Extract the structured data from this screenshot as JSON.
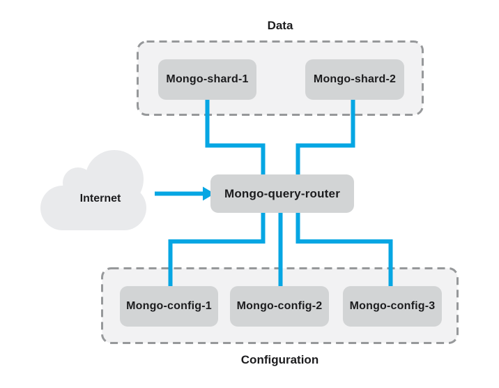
{
  "diagram": {
    "groups": {
      "data": {
        "label": "Data"
      },
      "configuration": {
        "label": "Configuration"
      }
    },
    "nodes": {
      "internet": {
        "label": "Internet",
        "type": "cloud"
      },
      "query_router": {
        "label": "Mongo-query-router"
      },
      "shard1": {
        "label": "Mongo-shard-1"
      },
      "shard2": {
        "label": "Mongo-shard-2"
      },
      "config1": {
        "label": "Mongo-config-1"
      },
      "config2": {
        "label": "Mongo-config-2"
      },
      "config3": {
        "label": "Mongo-config-3"
      }
    },
    "edges": [
      {
        "from": "internet",
        "to": "query_router",
        "style": "arrow"
      },
      {
        "from": "shard1",
        "to": "query_router",
        "style": "elbow"
      },
      {
        "from": "shard2",
        "to": "query_router",
        "style": "elbow"
      },
      {
        "from": "query_router",
        "to": "config1",
        "style": "elbow"
      },
      {
        "from": "query_router",
        "to": "config2",
        "style": "straight"
      },
      {
        "from": "query_router",
        "to": "config3",
        "style": "elbow"
      }
    ],
    "colors": {
      "connector": "#06a6e3",
      "node_fill": "#d2d4d5",
      "group_fill": "#f2f2f3",
      "group_border": "#96989a",
      "cloud_fill": "#e9eaec",
      "text": "#1c1c1e",
      "background": "#ffffff"
    }
  }
}
